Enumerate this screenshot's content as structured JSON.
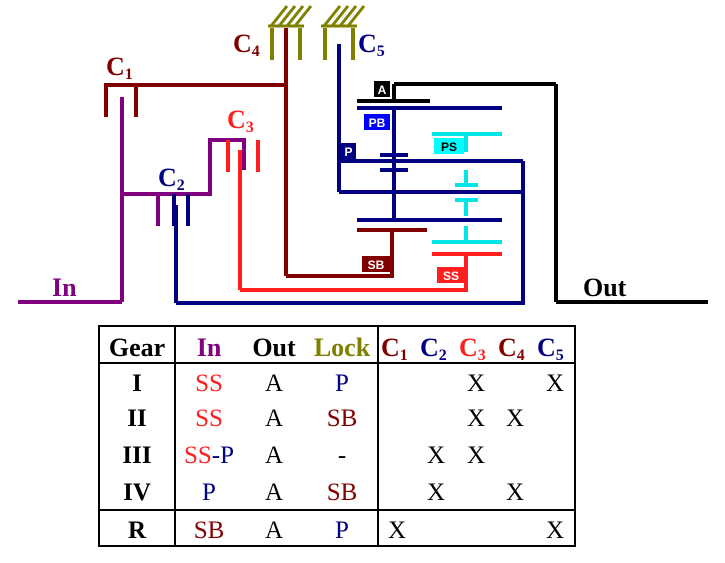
{
  "colors": {
    "maroon": "#800000",
    "red": "#ff1f1f",
    "navy": "#000080",
    "purple": "#800080",
    "olive": "#808000",
    "cyan": "#00ffff",
    "black": "#000000",
    "blue_bright": "#0000ff"
  },
  "diagram": {
    "labels": {
      "c1": "C",
      "c1_sub": "1",
      "c2": "C",
      "c2_sub": "2",
      "c3": "C",
      "c3_sub": "3",
      "c4": "C",
      "c4_sub": "4",
      "c5": "C",
      "c5_sub": "5",
      "in": "In",
      "out": "Out"
    },
    "tags": {
      "a": "A",
      "pb": "PB",
      "p": "P",
      "ps": "PS",
      "sb": "SB",
      "ss": "SS"
    }
  },
  "table": {
    "headers": {
      "gear": "Gear",
      "in": "In",
      "out": "Out",
      "lock": "Lock",
      "c1": "C",
      "c1_sub": "1",
      "c2": "C",
      "c2_sub": "2",
      "c3": "C",
      "c3_sub": "3",
      "c4": "C",
      "c4_sub": "4",
      "c5": "C",
      "c5_sub": "5"
    },
    "rows": [
      {
        "gear": "I",
        "in": "SS",
        "in2": "",
        "in3": "",
        "out": "A",
        "lock": "P",
        "c1": "",
        "c2": "",
        "c3": "X",
        "c4": "",
        "c5": "X"
      },
      {
        "gear": "II",
        "in": "SS",
        "in2": "",
        "in3": "",
        "out": "A",
        "lock": "SB",
        "c1": "",
        "c2": "",
        "c3": "X",
        "c4": "X",
        "c5": ""
      },
      {
        "gear": "III",
        "in": "SS",
        "in2": "-",
        "in3": "P",
        "out": "A",
        "lock": "-",
        "c1": "",
        "c2": "X",
        "c3": "X",
        "c4": "",
        "c5": ""
      },
      {
        "gear": "IV",
        "in": "P",
        "in2": "",
        "in3": "",
        "out": "A",
        "lock": "SB",
        "c1": "",
        "c2": "X",
        "c3": "",
        "c4": "X",
        "c5": ""
      },
      {
        "gear": "R",
        "in": "SB",
        "in2": "",
        "in3": "",
        "out": "A",
        "lock": "P",
        "c1": "X",
        "c2": "",
        "c3": "",
        "c4": "",
        "c5": "X"
      }
    ]
  }
}
